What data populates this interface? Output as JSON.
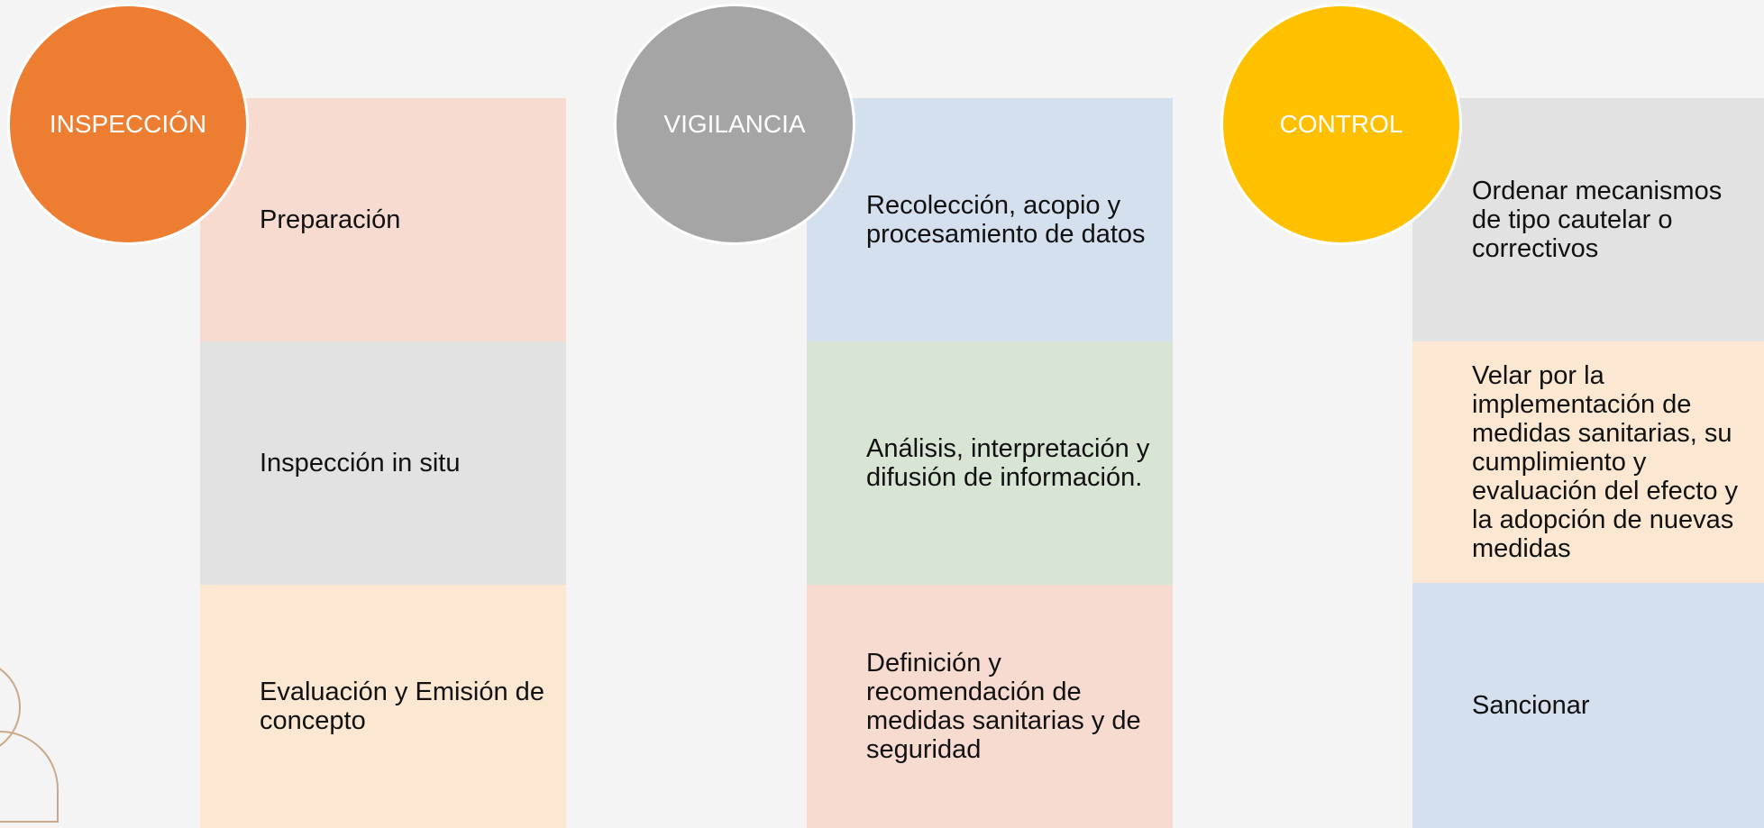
{
  "columns": [
    {
      "title": "INSPECCIÓN",
      "circle_color": "#ED7D31",
      "steps": [
        {
          "text": "Preparación",
          "color": "#F7DAD0"
        },
        {
          "text": "Inspección in situ",
          "color": "#E2E2E2"
        },
        {
          "text": "Evaluación y Emisión de concepto",
          "color": "#FCE8D2"
        }
      ]
    },
    {
      "title": "VIGILANCIA",
      "circle_color": "#A5A5A5",
      "steps": [
        {
          "text": "Recolección, acopio y procesamiento de datos",
          "color": "#D4E0EE"
        },
        {
          "text": "Análisis, interpretación y difusión de información.",
          "color": "#D8E5D4"
        },
        {
          "text": "Definición y recomendación de medidas sanitarias y de seguridad",
          "color": "#F7DAD0"
        }
      ]
    },
    {
      "title": "CONTROL",
      "circle_color": "#FFC000",
      "steps": [
        {
          "text": "Ordenar mecanismos de tipo cautelar o correctivos",
          "color": "#E2E2E2"
        },
        {
          "text": "Velar por la implementación de medidas sanitarias, su cumplimiento y evaluación del efecto y la adopción de nuevas medidas",
          "color": "#FCE8D2"
        },
        {
          "text": "Sancionar",
          "color": "#D4E0EE"
        }
      ]
    }
  ]
}
